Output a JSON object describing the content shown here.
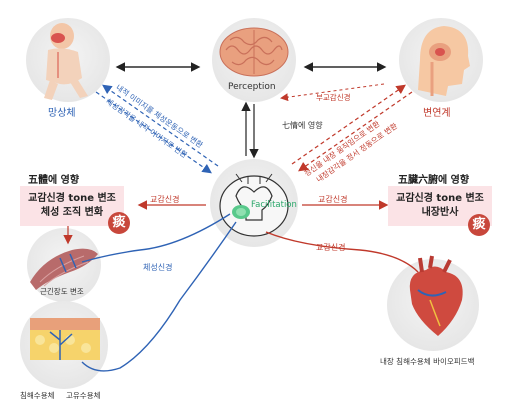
{
  "nodes": {
    "mangsangche": "망상체",
    "perception": "Perception",
    "byeonyeongye": "변연계",
    "facilitation": "Facilitation"
  },
  "left_panel": {
    "title": "五體에 영향",
    "line1": "교감신경 tone 변조",
    "line2": "체성 조직 변화",
    "badge": "痰",
    "muscle_label": "근긴장도 변조",
    "skin_label1": "침해수용체",
    "skin_label2": "고유수용체"
  },
  "right_panel": {
    "title": "五臟六腑에 영향",
    "line1": "교감신경 tone 변조",
    "line2": "내장반사",
    "badge": "痰",
    "heart_label": "내장 침해수용체 바이오피드백"
  },
  "connections": {
    "sympathetic_left": "교감신경",
    "sympathetic_right": "교감신경",
    "sympathetic_heart": "교감신경",
    "sympathetic_limbic": "부교감신경",
    "somatic": "체성신경",
    "chiljeong": "七情에 영향",
    "diag_blue_1": "내적 이미지를 체성운동으로 변환",
    "diag_blue_2": "체성감각을 내적 이미지로 변환",
    "diag_red_1": "정신을 내장 움직임으로 변환",
    "diag_red_2": "내장감각을 정서 정동으로 변환"
  },
  "colors": {
    "sympathetic": "#c0392b",
    "somatic": "#2f63b5",
    "panel": "#fbe3e6",
    "badge": "#c8473b"
  }
}
